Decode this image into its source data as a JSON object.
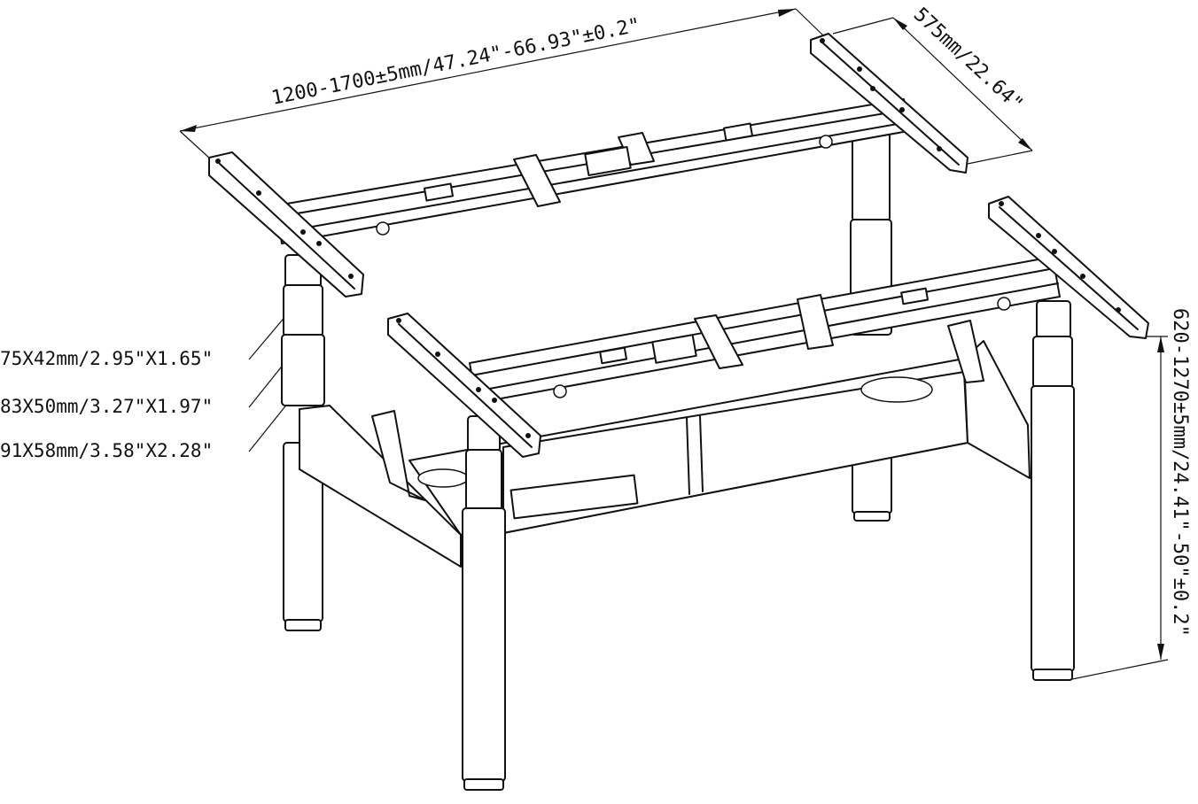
{
  "dimensions": {
    "width": "1200-1700±5mm/47.24\"-66.93\"±0.2\"",
    "depth": "575mm/22.64\"",
    "height": "620-1270±5mm/24.41\"-50\"±0.2\""
  },
  "leg_sections": [
    "75X42mm/2.95\"X1.65\"",
    "83X50mm/3.27\"X1.97\"",
    "91X58mm/3.58\"X2.28\""
  ]
}
